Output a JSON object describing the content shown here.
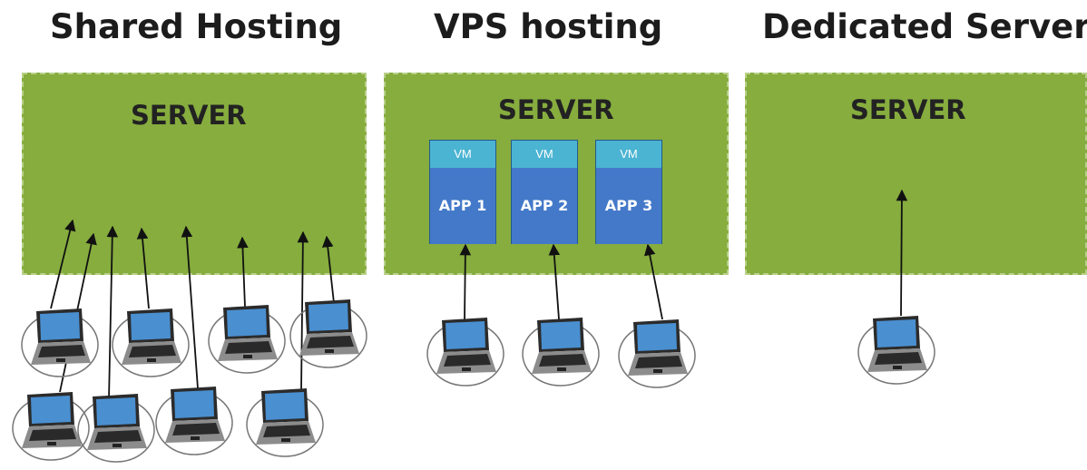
{
  "titles": {
    "shared": "Shared Hosting",
    "vps": "VPS hosting",
    "dedicated": "Dedicated Server"
  },
  "servers": {
    "shared_label": "SERVER",
    "vps_label": "SERVER",
    "dedicated_label": "SERVER"
  },
  "vms": [
    {
      "vm": "VM",
      "app": "APP 1"
    },
    {
      "vm": "VM",
      "app": "APP 2"
    },
    {
      "vm": "VM",
      "app": "APP 3"
    }
  ],
  "colors": {
    "server_fill": "#86ad3e",
    "vm_header": "#4bb4d2",
    "app_body": "#4479c9"
  },
  "icons": [
    "laptop-icon",
    "arrow-icon"
  ]
}
